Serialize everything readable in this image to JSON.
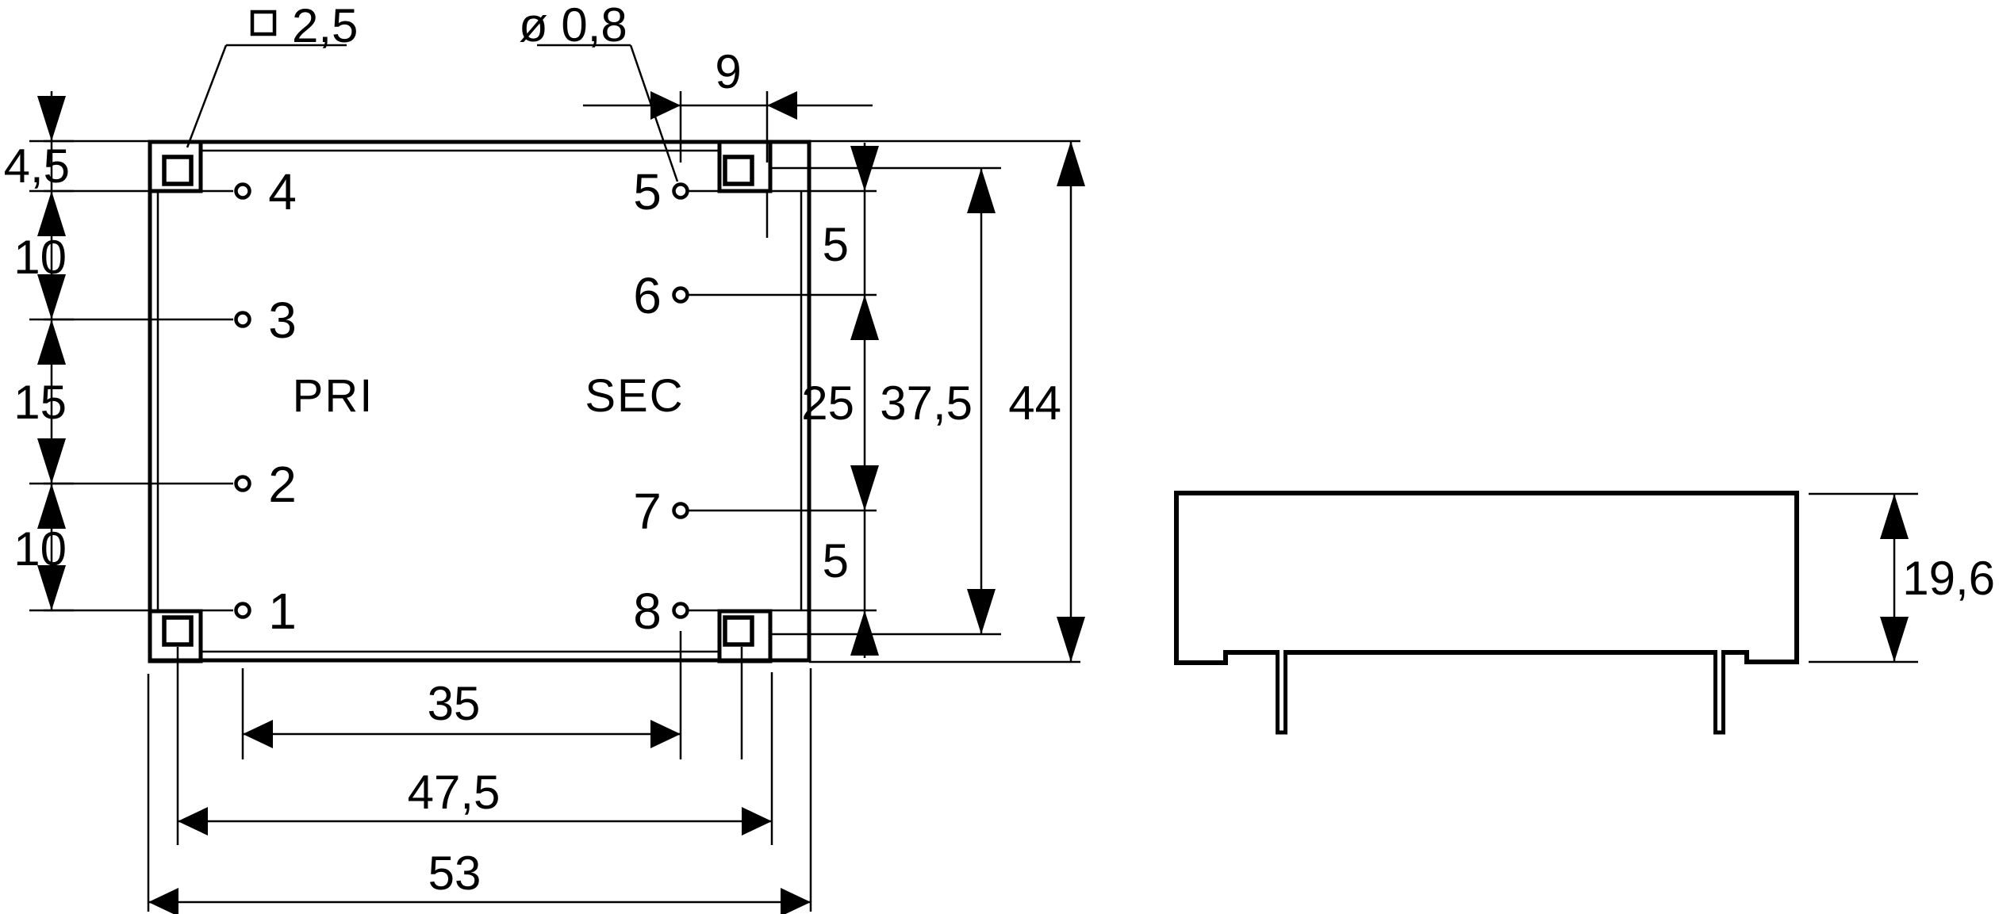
{
  "colors": {
    "ink": "#000000",
    "background": "#ffffff"
  },
  "top_view": {
    "winding_labels": {
      "primary": "PRI",
      "secondary": "SEC"
    },
    "pin_numbers": {
      "p1": "1",
      "p2": "2",
      "p3": "3",
      "p4": "4",
      "p5": "5",
      "p6": "6",
      "p7": "7",
      "p8": "8"
    },
    "callouts": {
      "mounting_pin_square_size": "2,5",
      "pin_diameter": "ø 0,8"
    },
    "dimensions": {
      "pin5_to_pad_edge": "9",
      "left_chain": {
        "top_to_pin4": "4,5",
        "pin4_to_pin3": "10",
        "pin3_to_pin2": "15",
        "pin2_to_pin1": "10"
      },
      "right_chain": {
        "pin5_to_pin6": "5",
        "pin6_to_pin7": "25",
        "pin7_to_pin8": "5"
      },
      "mounting_pin_pitch_vertical": "37,5",
      "body_height": "44",
      "pin_column_pitch": "35",
      "mounting_pin_pitch_horizontal": "47,5",
      "body_width": "53"
    }
  },
  "side_view": {
    "dimensions": {
      "body_height": "19,6"
    }
  }
}
